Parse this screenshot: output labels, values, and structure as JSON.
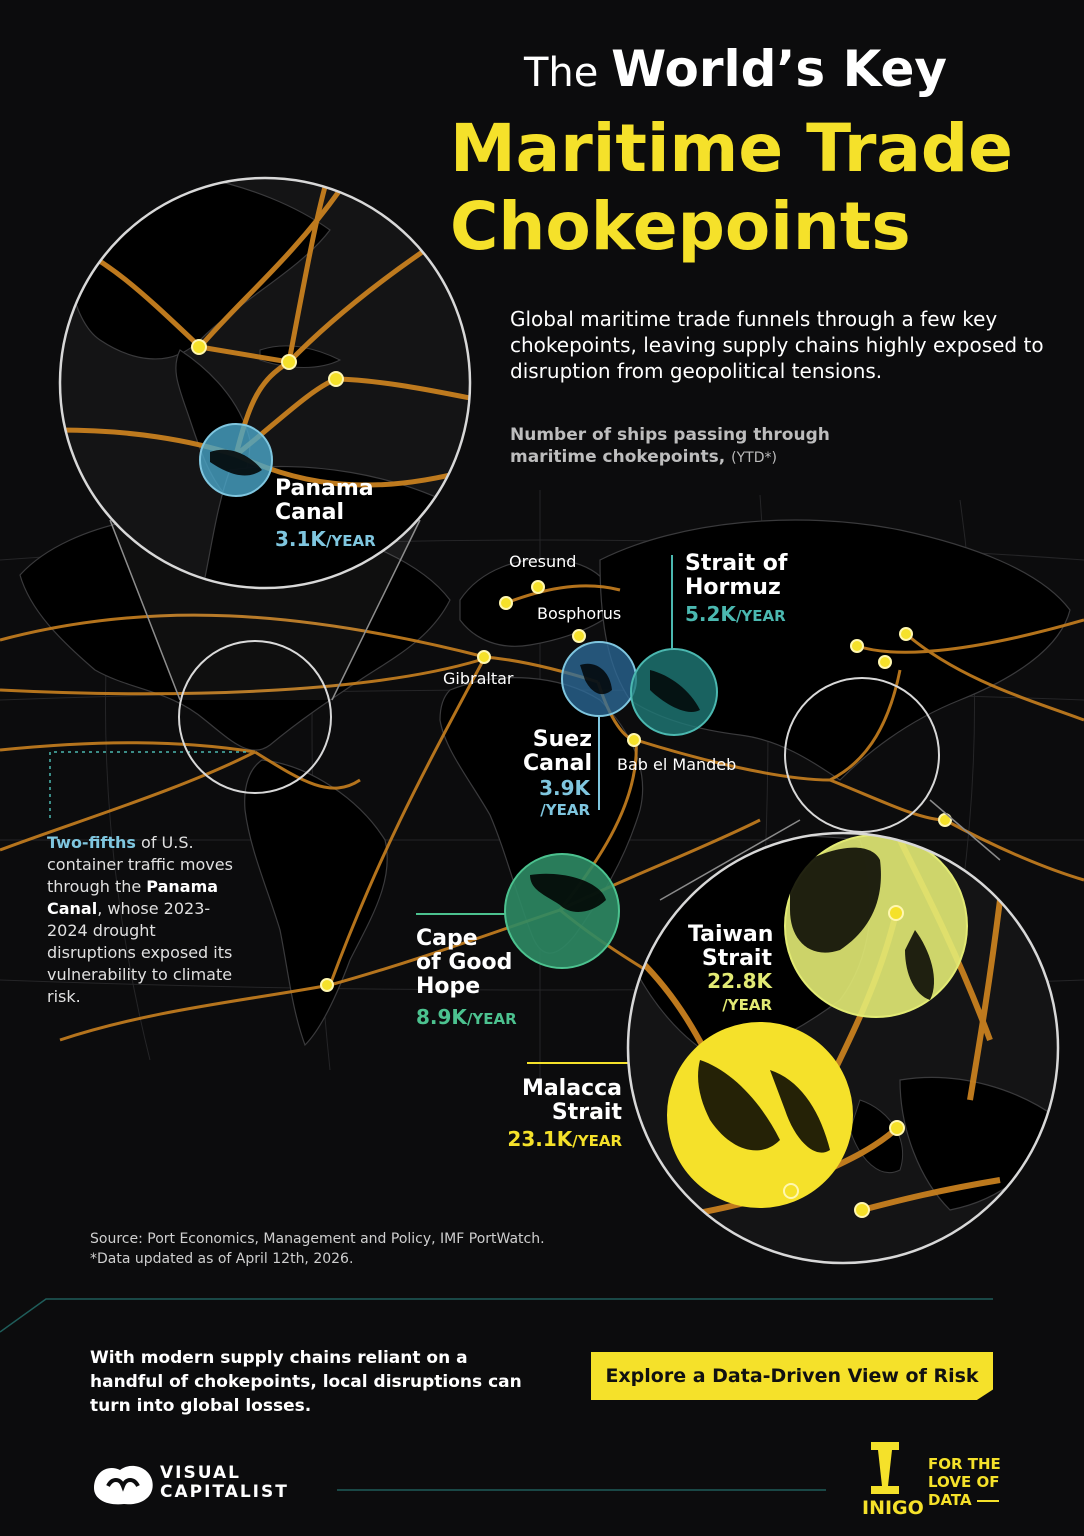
{
  "header": {
    "title_pre": "The ",
    "title_bold": "World’s Key",
    "title_main_line1": "Maritime Trade",
    "title_main_line2": "Chokepoints",
    "intro": "Global maritime trade funnels through a few key chokepoints, leaving supply chains highly exposed to disruption from geopolitical tensions.",
    "metric_label_1": "Number of ships passing through",
    "metric_label_2": "maritime chokepoints,",
    "metric_label_suffix": "(YTD*)"
  },
  "chokepoints": {
    "panama": {
      "name_1": "Panama",
      "name_2": "Canal",
      "value": "3.1K",
      "unit": "/YEAR",
      "color": "#7fc6df"
    },
    "hormuz": {
      "name_1": "Strait of",
      "name_2": "Hormuz",
      "value": "5.2K",
      "unit": "/YEAR",
      "color": "#4bb8b0"
    },
    "suez": {
      "name_1": "Suez",
      "name_2": "Canal",
      "value": "3.9K",
      "unit": "/YEAR",
      "color": "#7fc6df"
    },
    "cape": {
      "name_1": "Cape",
      "name_2": "of Good",
      "name_3": "Hope",
      "value": "8.9K",
      "unit": "/YEAR",
      "color": "#4cc28f"
    },
    "taiwan": {
      "name_1": "Taiwan",
      "name_2": "Strait",
      "value": "22.8K",
      "unit": "/YEAR",
      "color": "#e2ea74"
    },
    "malacca": {
      "name_1": "Malacca",
      "name_2": "Strait",
      "value": "23.1K",
      "unit": "/YEAR",
      "color": "#f5e12a"
    }
  },
  "minor_labels": {
    "oresund": "Oresund",
    "bosphorus": "Bosphorus",
    "gibraltar": "Gibraltar",
    "bab_el_mandeb": "Bab el Mandeb"
  },
  "note": {
    "hl": "Two-fifths",
    "t1": " of U.S. container traffic moves through the ",
    "bold": "Panama Canal",
    "t2": ", whose 2023-2024 drought disruptions exposed its vulnerability to climate risk."
  },
  "source": {
    "line1": "Source: Port Economics, Management and Policy, IMF PortWatch.",
    "line2": "*Data updated as of April 12th, 2026."
  },
  "footer": {
    "text": "With modern supply chains reliant on a handful of chokepoints, local disruptions can turn into global losses.",
    "cta": "Explore a Data-Driven View of Risk",
    "vc_line1": "VISUAL",
    "vc_line2": "CAPITALIST",
    "inigo": "INIGO",
    "ftlod_1": "FOR THE",
    "ftlod_2": "LOVE OF",
    "ftlod_3": "DATA"
  },
  "colors": {
    "route": "#c8801f",
    "land": "#000000",
    "ocean": "#161617",
    "accent": "#f5e12a",
    "hub_dot": "#f5e12a"
  }
}
